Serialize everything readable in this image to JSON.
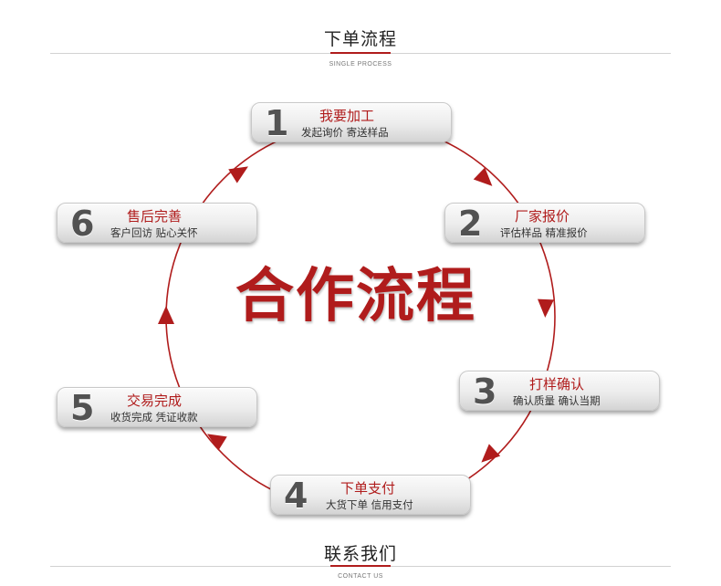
{
  "header": {
    "title": "下单流程",
    "subtitle": "SINGLE PROCESS"
  },
  "center_title": "合作流程",
  "steps": [
    {
      "number": "1",
      "title": "我要加工",
      "desc": "发起询价  寄送样品"
    },
    {
      "number": "2",
      "title": "厂家报价",
      "desc": "评估样品  精准报价"
    },
    {
      "number": "3",
      "title": "打样确认",
      "desc": "确认质量    确认当期"
    },
    {
      "number": "4",
      "title": "下单支付",
      "desc": "大货下单  信用支付"
    },
    {
      "number": "5",
      "title": "交易完成",
      "desc": "收货完成  凭证收款"
    },
    {
      "number": "6",
      "title": "售后完善",
      "desc": "客户回访  贴心关怀"
    }
  ],
  "footer": {
    "title": "联系我们",
    "subtitle": "CONTACT US"
  },
  "colors": {
    "accent": "#b01c1c",
    "number": "#525252",
    "text": "#333333"
  }
}
